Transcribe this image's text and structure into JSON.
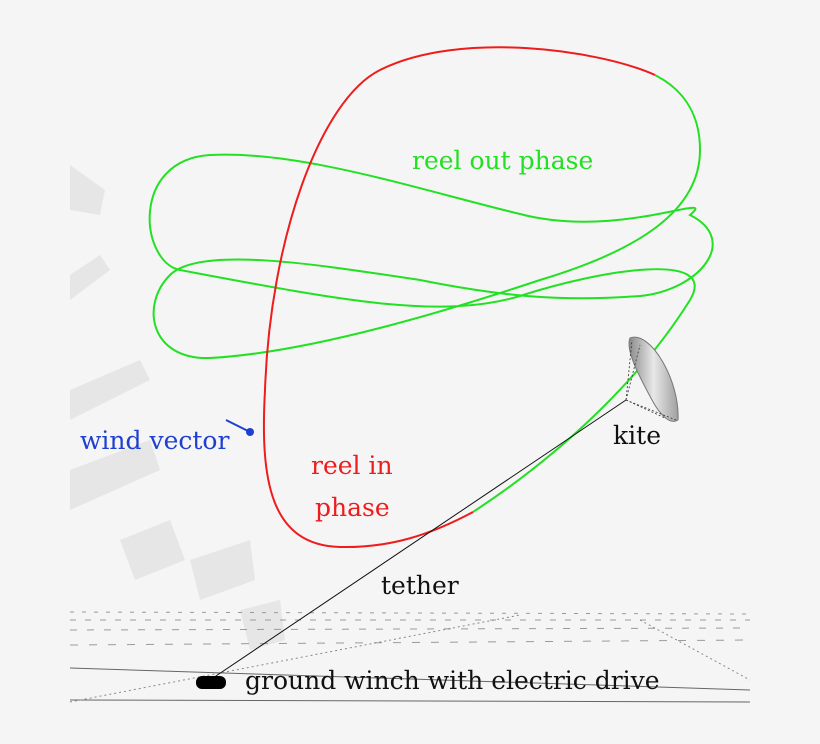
{
  "labels": {
    "reel_out": "reel out phase",
    "reel_in_line1": "reel in",
    "reel_in_line2": "phase",
    "wind_vector": "wind vector",
    "kite": "kite",
    "tether": "tether",
    "ground_winch": "ground winch with electric drive"
  },
  "colors": {
    "reel_out": "#22e022",
    "reel_in": "#ee1c1c",
    "wind_vector": "#1f3fd0",
    "label_dark": "#111111",
    "background": "#f5f5f5",
    "watermark": "#e6e6e6"
  }
}
